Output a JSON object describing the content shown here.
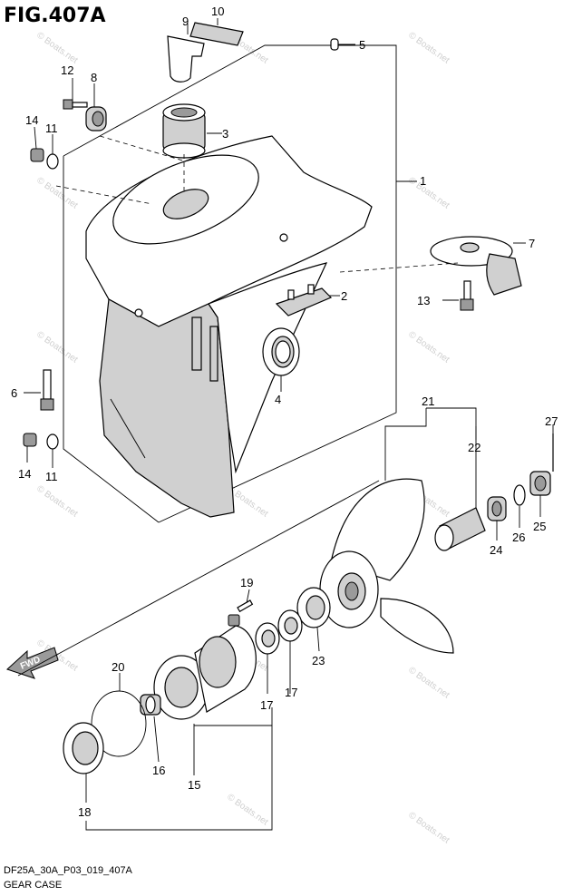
{
  "figure": {
    "title": "FIG.407A",
    "code": "DF25A_30A_P03_019_407A",
    "name": "GEAR CASE",
    "watermark": "© Boats.net",
    "fwd_label": "FWD"
  },
  "callouts": {
    "c1": "1",
    "c2": "2",
    "c3": "3",
    "c4": "4",
    "c5": "5",
    "c6": "6",
    "c7": "7",
    "c8": "8",
    "c9": "9",
    "c10": "10",
    "c11a": "11",
    "c11b": "11",
    "c12": "12",
    "c13": "13",
    "c14a": "14",
    "c14b": "14",
    "c15": "15",
    "c16": "16",
    "c17a": "17",
    "c17b": "17",
    "c18": "18",
    "c19": "19",
    "c20": "20",
    "c21": "21",
    "c22": "22",
    "c23": "23",
    "c24": "24",
    "c25": "25",
    "c26": "26",
    "c27": "27"
  }
}
